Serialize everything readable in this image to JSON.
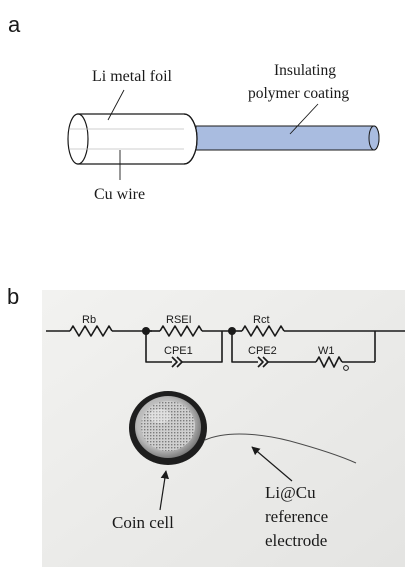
{
  "panel_a": {
    "label": "a",
    "callouts": {
      "li_foil": "Li metal foil",
      "coating_line1": "Insulating",
      "coating_line2": "polymer coating",
      "cu_wire": "Cu wire"
    }
  },
  "panel_b": {
    "label": "b",
    "circuit": {
      "rb": "Rb",
      "rsei": "RSEI",
      "cpe1": "CPE1",
      "rct": "Rct",
      "cpe2": "CPE2",
      "w1": "W1"
    },
    "callouts": {
      "coin_cell": "Coin cell",
      "ref_line1": "Li@Cu",
      "ref_line2": "reference",
      "ref_line3": "electrode"
    }
  },
  "colors": {
    "coating": "#a9bce0",
    "photo_background": "#f0f0ee",
    "ink": "#1a1a1a"
  }
}
